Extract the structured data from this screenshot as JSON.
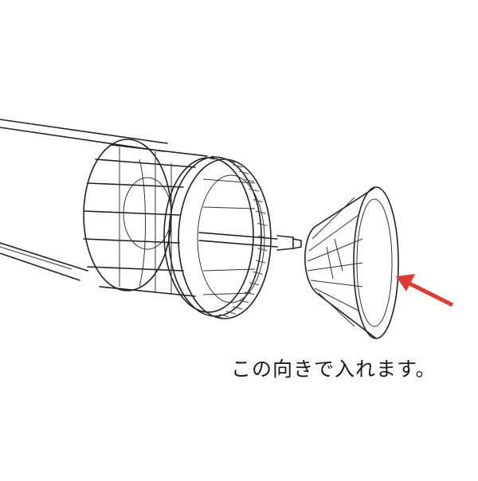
{
  "caption": "この向きで入れます。",
  "arrow_color": "#e03a30",
  "icons": {
    "assembly": "filter-cage-assembly",
    "cone": "cone-filter-part",
    "pointer": "red-arrow-icon"
  }
}
